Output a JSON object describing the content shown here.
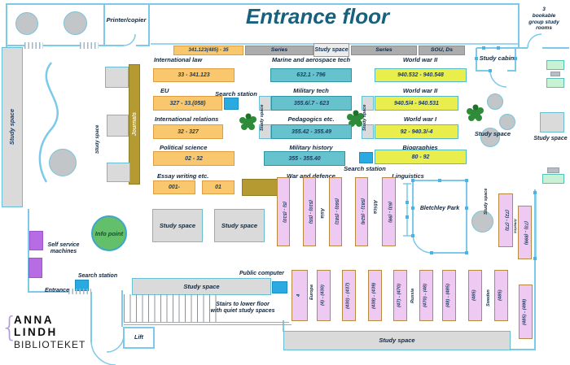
{
  "title": "Entrance floor",
  "note_top_right": "3\nbookable\ngroup study\nrooms",
  "logo": {
    "brace": "{",
    "line1": "ANNA",
    "line2": "LINDH",
    "line3": "BIBLIOTEKET"
  },
  "labels": {
    "study_space": "Study space",
    "study_cabin": "Study cabin",
    "search_station": "Search station",
    "printer_copier": "Printer/copier",
    "journals": "Journals",
    "info_point": "Info point",
    "self_service": "Self service\nmachines",
    "entrance": "Entrance",
    "public_computer": "Public computer",
    "stairs_note": "Stairs to lower floor\nwith quiet study spaces",
    "lift": "Lift",
    "bletchley_park": "Bletchley Park"
  },
  "top_bar": {
    "code": "341.123(485) - 35",
    "series_1": "Series",
    "study_space": "Study space",
    "series_2": "Series",
    "sou_ds": "SOU, Ds"
  },
  "columns": {
    "orange": {
      "rows": [
        {
          "label": "International law",
          "code": "33 - 341.123"
        },
        {
          "label": "EU",
          "code": "327 - 33.(058)"
        },
        {
          "label": "International relations",
          "code": "32 - 327"
        },
        {
          "label": "Political science",
          "code": "02 - 32"
        },
        {
          "label": "Essay writing etc.",
          "code": "001-",
          "code2": "01"
        }
      ]
    },
    "teal": {
      "rows": [
        {
          "label": "Marine and aerospace tech",
          "code": "632.1 - 796"
        },
        {
          "label": "Military tech",
          "code": "355.6/.7 - 623"
        },
        {
          "label": "Pedagogics etc.",
          "code": "355.42 - 355.49"
        },
        {
          "label": "Military history",
          "code": "355 - 355.40"
        },
        {
          "label": "War and defence"
        }
      ]
    },
    "yellow": {
      "rows": [
        {
          "label": "World war II",
          "code": "940.532 - 940.548"
        },
        {
          "label": "World war II",
          "code": "940.5/4 - 940.531"
        },
        {
          "label": "World war I",
          "code": "92 - 940.3/-4"
        },
        {
          "label": "Biographies",
          "code": "80 - 92"
        },
        {
          "label": "Linguistics"
        }
      ]
    }
  },
  "stacks": {
    "middle": {
      "shelves": [
        "(5) - (510)",
        "(510) - (55)",
        "(560) - (581)",
        "(581) - (624)",
        "(63) - (99)"
      ],
      "asia": "Asia",
      "africa": "Africa"
    },
    "america": {
      "shelves": [
        "(72) - (73)",
        "(73) - (899)"
      ],
      "label": "America"
    },
    "bottom": {
      "shelves": [
        "4",
        "(4) - (430)",
        "(430) - (437)",
        "(438) - (439)",
        "(47) - (470)",
        "(470) - (48)",
        "(48) - (485)",
        "(485)",
        "(485)",
        "(485) - (498)"
      ],
      "europa": "Europa",
      "russia": "Russia",
      "sweden": "Sweden"
    }
  },
  "colors": {
    "wall": "#7dc9e9",
    "orange_shelf": "#f9c76d",
    "teal_shelf": "#66c2cd",
    "yellow_shelf": "#eaee4d",
    "purple_shelf": "#eec9f1",
    "gray_area": "#dadada",
    "series_bar": "#acacac",
    "search_blue": "#29abe2",
    "self_service_purple": "#b76ce4",
    "info_green": "#63bf6a",
    "journals_olive": "#b49a30",
    "plant_green": "#2e8b39",
    "title_teal": "#17607e"
  }
}
